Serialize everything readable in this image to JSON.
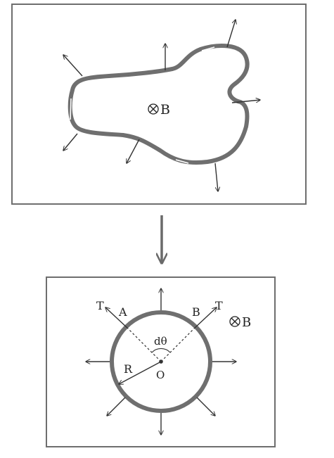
{
  "top_panel": {
    "field_label": "B",
    "field_symbol": "otimes"
  },
  "transition": {
    "arrow_direction": "down"
  },
  "bottom_panel": {
    "label_T_left": "T",
    "label_A": "A",
    "label_B_point": "B",
    "label_T_right": "T",
    "label_field": "B",
    "field_symbol": "otimes",
    "label_dtheta": "dθ",
    "label_R": "R",
    "label_O": "O"
  },
  "colors": {
    "frame": "#6e6e6e",
    "loop": "#6f6f6f",
    "arrow": "#333333",
    "text": "#222222"
  }
}
